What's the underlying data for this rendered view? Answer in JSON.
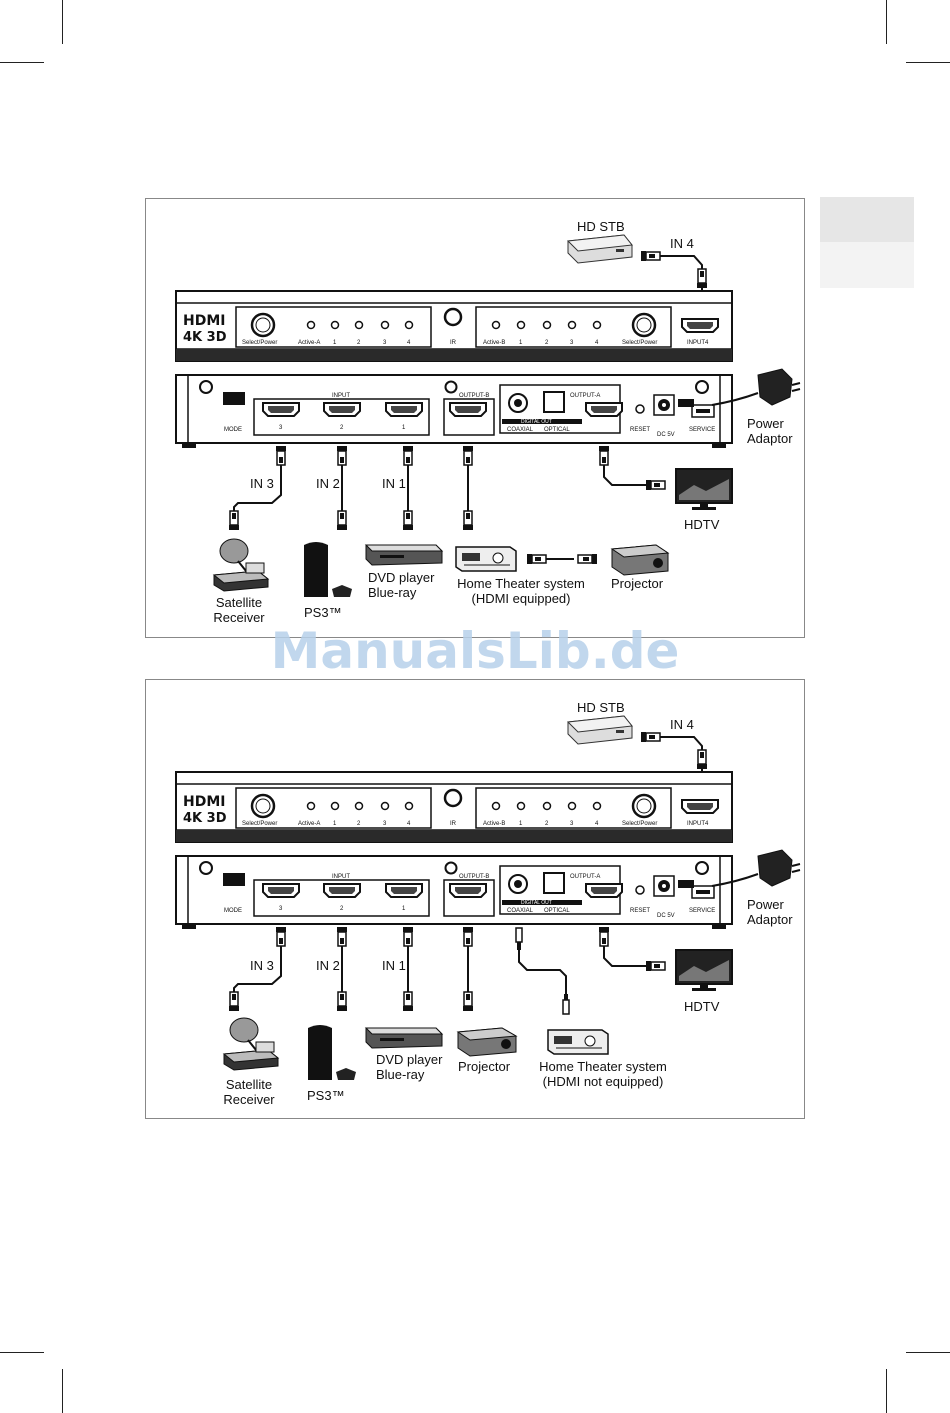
{
  "watermark": "ManualsLib.de",
  "device": {
    "logo": "HDMI",
    "logo_sub": "4K 3D",
    "front": {
      "select_power": "Select/Power",
      "active_a": "Active-A",
      "active_b": "Active-B",
      "leds": [
        "1",
        "2",
        "3",
        "4"
      ],
      "ir": "IR",
      "input4": "INPUT4"
    },
    "back": {
      "mode": "MODE",
      "input": "INPUT",
      "ports": [
        "3",
        "2",
        "1"
      ],
      "output_b": "OUTPUT-B",
      "output_a": "OUTPUT-A",
      "digital_out": "DIGITAL OUT",
      "coaxial": "COAXIAL",
      "optical": "OPTICAL",
      "reset": "RESET",
      "dc": "DC 5V",
      "service": "SERVICE"
    }
  },
  "diagram1": {
    "hd_stb": "HD STB",
    "in4": "IN 4",
    "power_adaptor": [
      "Power",
      "Adaptor"
    ],
    "in3": "IN 3",
    "in2": "IN 2",
    "in1": "IN 1",
    "hdtv": "HDTV",
    "satellite": [
      "Satellite",
      "Receiver"
    ],
    "ps3": "PS3™",
    "dvd": [
      "DVD player",
      "Blue-ray"
    ],
    "home_theater": [
      "Home Theater system",
      "(HDMI equipped)"
    ],
    "projector": "Projector"
  },
  "diagram2": {
    "hd_stb": "HD STB",
    "in4": "IN 4",
    "power_adaptor": [
      "Power",
      "Adaptor"
    ],
    "in3": "IN 3",
    "in2": "IN 2",
    "in1": "IN 1",
    "hdtv": "HDTV",
    "satellite": [
      "Satellite",
      "Receiver"
    ],
    "ps3": "PS3™",
    "dvd": [
      "DVD player",
      "Blue-ray"
    ],
    "projector": "Projector",
    "home_theater": [
      "Home Theater system",
      "(HDMI not equipped)"
    ]
  }
}
